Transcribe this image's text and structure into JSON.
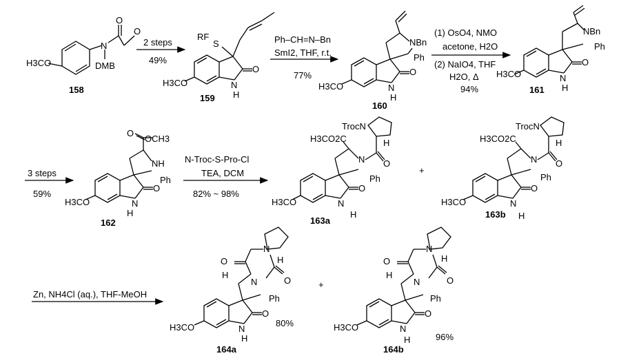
{
  "compounds": {
    "c158": {
      "number": "158",
      "methoxy": "H3CO",
      "n_sub": "DMB"
    },
    "c159": {
      "number": "159",
      "methoxy": "H3CO",
      "s_sub": "S",
      "r_sub": "RF",
      "nh": "N",
      "h": "H",
      "carbonyl": "O"
    },
    "c160": {
      "number": "160",
      "methoxy": "H3CO",
      "nbn": "NBn",
      "ph": "Ph",
      "nh": "N",
      "h": "H",
      "carbonyl": "O"
    },
    "c161": {
      "number": "161",
      "methoxy": "H3CO",
      "nbn": "NBn",
      "ph": "Ph",
      "nh": "N",
      "h": "H",
      "carbonyl": "O"
    },
    "c162": {
      "number": "162",
      "methoxy": "H3CO",
      "ester": "OCH3",
      "nh_pyr": "NH",
      "ph": "Ph",
      "nh": "N",
      "h": "H",
      "carbonyl": "O"
    },
    "c163a": {
      "number": "163a",
      "methoxy": "H3CO",
      "ester": "H3CO2C",
      "troc": "TrocN",
      "ring_n": "N",
      "ph": "Ph",
      "h_stereo": "H",
      "nh": "N",
      "h": "H",
      "carbonyl": "O"
    },
    "c163b": {
      "number": "163b",
      "methoxy": "H3CO",
      "ester": "H3CO2C",
      "troc": "TrocN",
      "ring_n": "N",
      "ph": "Ph",
      "h_stereo": "H",
      "nh": "N",
      "h": "H",
      "carbonyl": "O"
    },
    "c164a": {
      "number": "164a",
      "methoxy": "H3CO",
      "ph": "Ph",
      "h1": "H",
      "h2": "H",
      "n1": "N",
      "n2": "N",
      "nh": "N",
      "h": "H",
      "carbonyl": "O",
      "yield": "80%"
    },
    "c164b": {
      "number": "164b",
      "methoxy": "H3CO",
      "ph": "Ph",
      "h1": "H",
      "h2": "H",
      "n1": "N",
      "n2": "N",
      "nh": "N",
      "h": "H",
      "carbonyl": "O",
      "yield": "96%"
    }
  },
  "arrows": {
    "a1": {
      "above": "2 steps",
      "below": "49%"
    },
    "a2": {
      "reagent": "Ph–CH=N–Bn",
      "above": "SmI2, THF, r.t.",
      "below": "77%"
    },
    "a3": {
      "line1": "(1) OsO4, NMO",
      "line2": "acetone, H2O",
      "line3": "(2) NaIO4, THF",
      "line4": "H2O, Δ",
      "below": "94%"
    },
    "a4": {
      "above": "3 steps",
      "below": "59%"
    },
    "a5": {
      "line1": "N-Troc-S-Pro-Cl",
      "line2": "TEA, DCM",
      "below": "82% ~ 98%"
    },
    "a6": {
      "above": "Zn, NH4Cl (aq.), THF-MeOH"
    }
  },
  "plus_signs": {
    "p1": "+",
    "p2": "+"
  }
}
